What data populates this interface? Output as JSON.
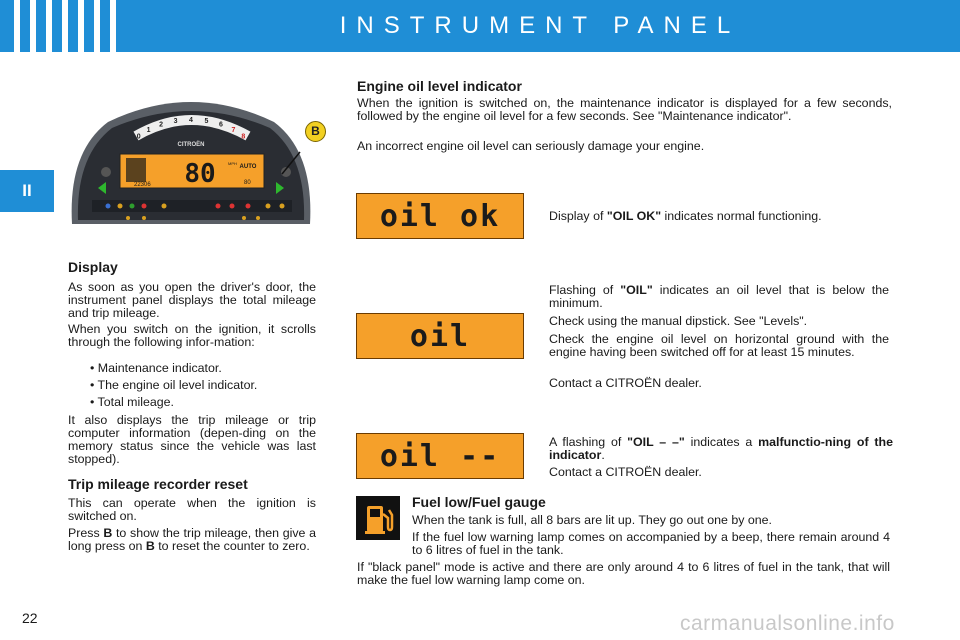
{
  "header": {
    "title": "INSTRUMENT PANEL"
  },
  "section_tab": "II",
  "page_number": "22",
  "watermark": "carmanualsonline.info",
  "figure": {
    "callout": "B",
    "brand": "CITROËN",
    "speed": "80",
    "auto": "AUTO",
    "odometer": "22306",
    "cruise": "80",
    "unit": "MPH",
    "tach_ticks": [
      "0",
      "1",
      "2",
      "3",
      "4",
      "5",
      "6",
      "7",
      "8"
    ],
    "colors": {
      "lcd": "#f5a02a",
      "header": "#1f8ed6",
      "badge": "#f2d021"
    }
  },
  "display": {
    "heading": "Display",
    "p1": "As soon as you open the driver's door, the instrument panel displays the total mileage and trip mileage.",
    "p2": "When you switch on the ignition, it scrolls through the following infor-mation:",
    "bullets": [
      "• Maintenance indicator.",
      "• The engine oil level indicator.",
      "• Total mileage."
    ],
    "p3": "It also displays the trip mileage or trip computer information (depen-ding on the memory status since the vehicle was last stopped)."
  },
  "trip": {
    "heading": "Trip mileage recorder reset",
    "p1": "This can operate when the ignition is switched on.",
    "p2_a": "Press ",
    "p2_b1": "B",
    "p2_c": " to show the trip mileage, then give a long press on ",
    "p2_b2": "B",
    "p2_d": " to reset the counter to zero."
  },
  "oil": {
    "heading": "Engine oil level indicator",
    "p1": "When the ignition is switched on, the maintenance indicator is displayed for a few seconds, followed by the engine oil level for a few seconds. See \"Maintenance indicator\".",
    "p2": "An incorrect engine oil level can seriously damage your engine.",
    "lcd_ok": "oil ok",
    "lcd_oil": "oil",
    "lcd_fault": "oil --",
    "ok_a": "Display of ",
    "ok_b": "\"OIL OK\"",
    "ok_c": " indicates normal functioning.",
    "low_a": "Flashing of ",
    "low_b": "\"OIL\"",
    "low_c": " indicates an oil level that is below the minimum.",
    "low_p2": "Check using the manual dipstick. See \"Levels\".",
    "low_p3": "Check the engine oil level on horizontal ground with the engine having been switched off for at least 15 minutes.",
    "low_p4": "Contact a CITROËN dealer.",
    "fault_a": "A flashing of ",
    "fault_b": "\"OIL – –\"",
    "fault_c": " indicates a ",
    "fault_d": "malfunctio-ning of the indicator",
    "fault_e": ".",
    "fault_p2": "Contact a CITROËN dealer."
  },
  "fuel": {
    "heading": "Fuel low/Fuel gauge",
    "p1": "When the tank is full, all 8 bars are lit up. They go out one by one.",
    "p2": "If the fuel low warning lamp comes on accompanied by a beep, there remain around 4 to 6 litres of fuel in the tank.",
    "p3": "If \"black panel\" mode is active and there are only around 4 to 6 litres of fuel in the tank, that will make the fuel low warning lamp come on."
  }
}
